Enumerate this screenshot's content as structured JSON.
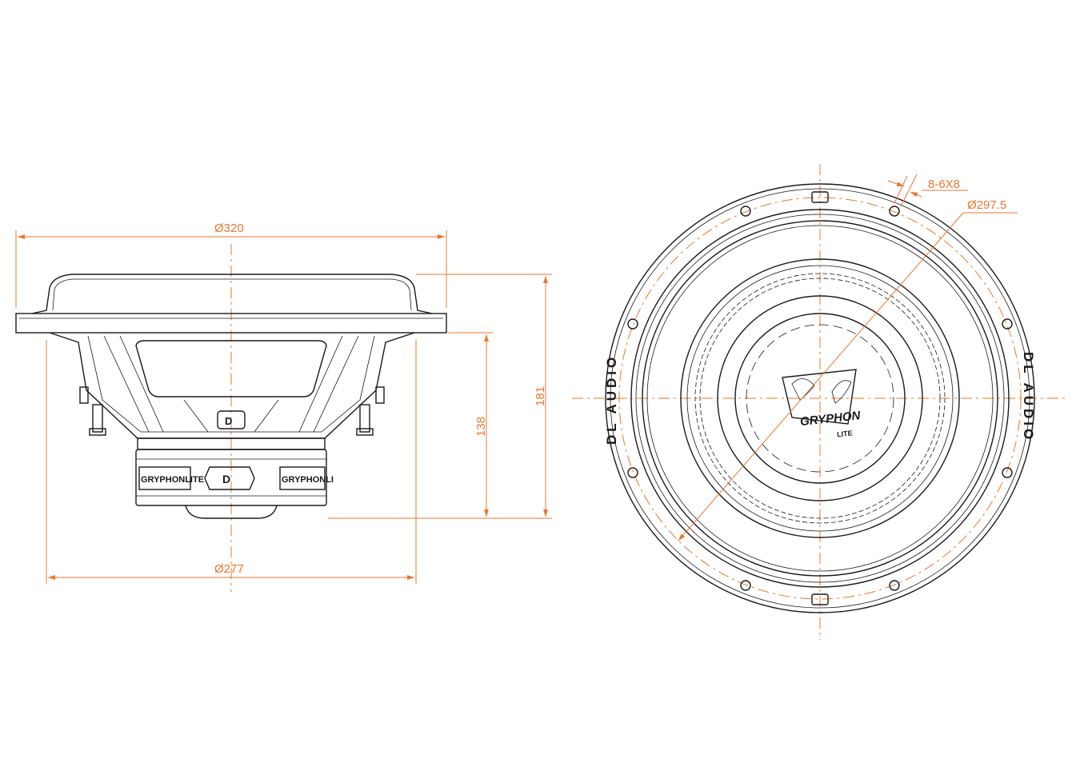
{
  "colors": {
    "dimension": "#e8772e",
    "outline": "#1a1a1a",
    "background": "#ffffff"
  },
  "side_view": {
    "dimensions": {
      "outer_diameter": "Ø320",
      "basket_diameter": "Ø277",
      "mounting_depth": "138",
      "total_depth": "181"
    },
    "magnet_labels": [
      "GRYPHONLITE",
      "GRYPHONLI"
    ]
  },
  "front_view": {
    "dimensions": {
      "holes": "8-6X8",
      "bolt_circle": "Ø297.5"
    },
    "brand_text": "DL AUDIO",
    "cap_logo": {
      "line1": "GRYPHON",
      "line2": "LITE"
    }
  }
}
